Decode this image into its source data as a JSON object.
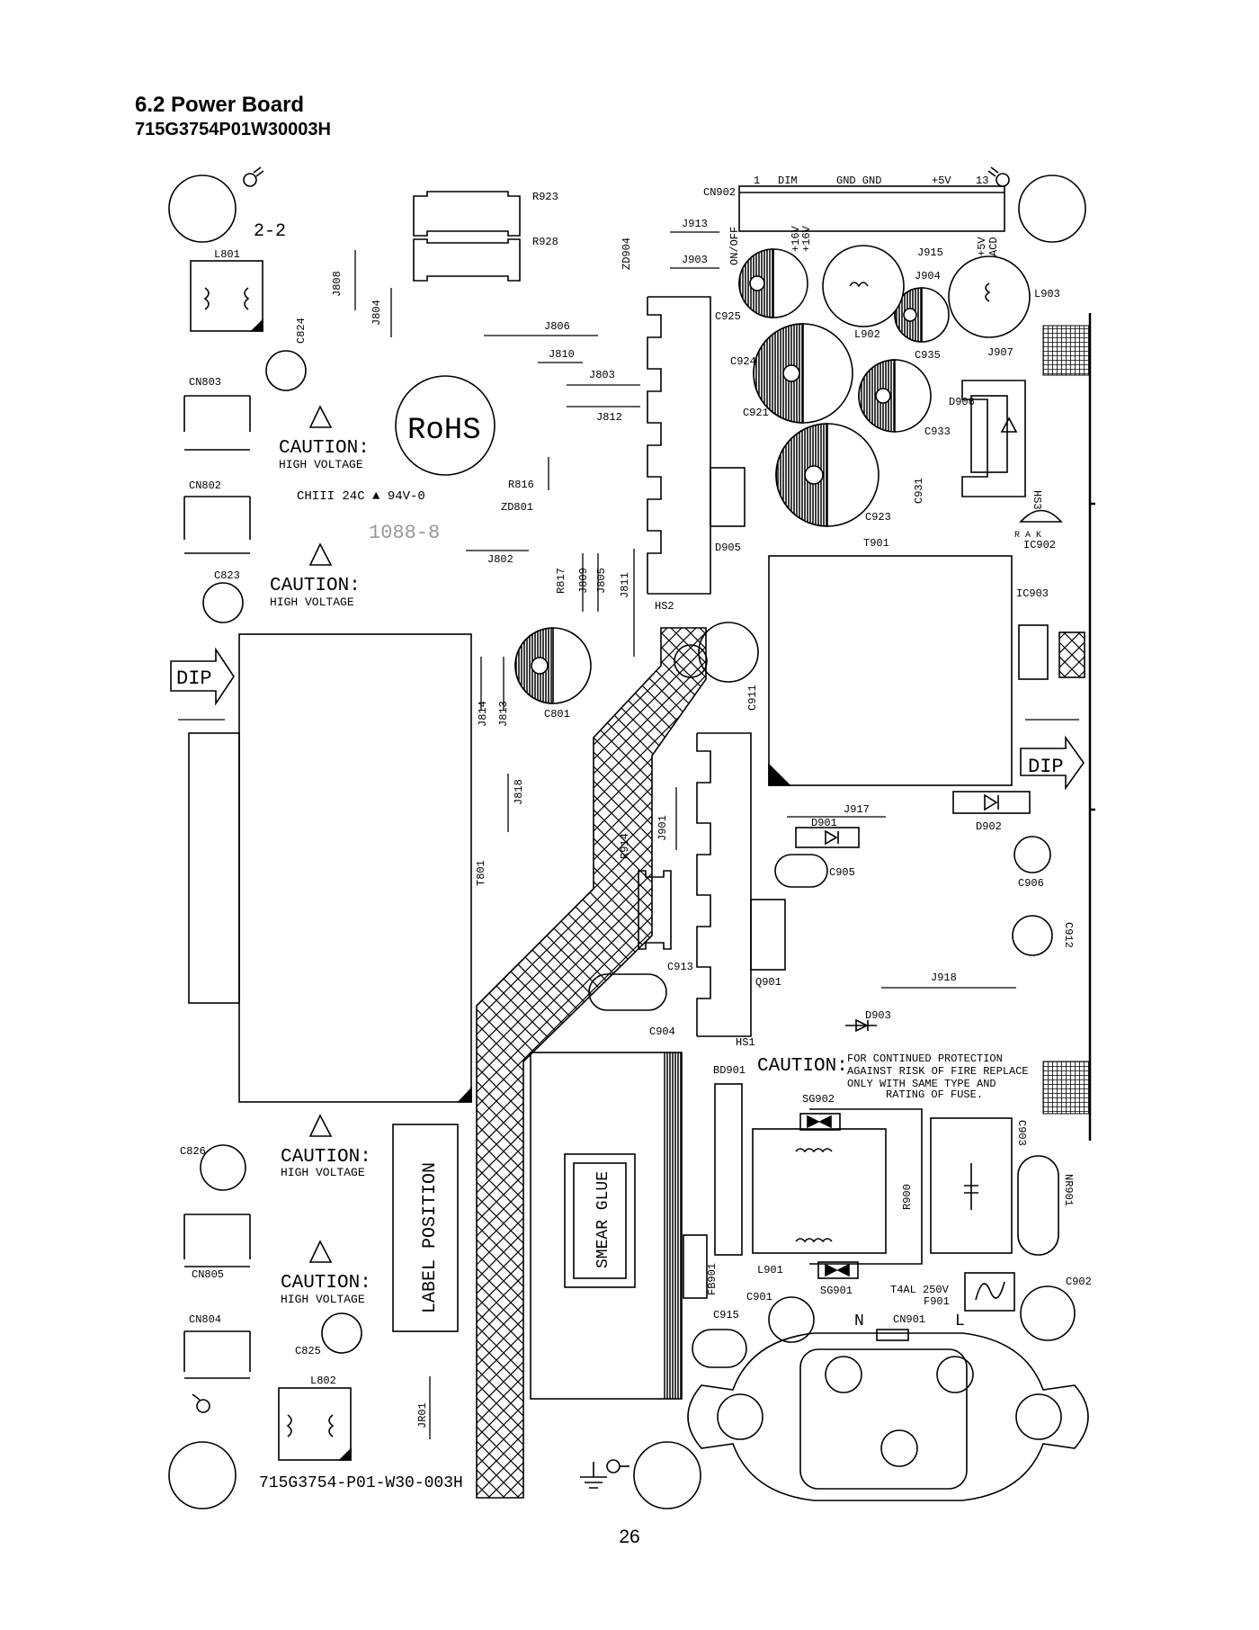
{
  "page": {
    "section_title": "6.2 Power Board",
    "part_number": "715G3754P01W30003H",
    "page_number": "26"
  },
  "board": {
    "silkscreen_part": "715G3754-P01-W30-003H",
    "rev": "2-2",
    "rohs": "RoHS",
    "ul_mark": "CHIII 24C ▲ 94V-0",
    "date_code": "1088-8",
    "caution_title": "CAUTION:",
    "caution_sub": "HIGH VOLTAGE",
    "fuse_caution_lines": [
      "FOR CONTINUED PROTECTION",
      "AGAINST RISK OF FIRE REPLACE",
      "ONLY WITH SAME TYPE AND",
      "RATING OF FUSE."
    ],
    "fuse_rating": "T4AL 250V",
    "label_position": "LABEL POSITION",
    "smear_glue": "SMEAR GLUE",
    "dip": "DIP",
    "cn902_pins": [
      "1",
      "DIM",
      "GND GND",
      "+5V",
      "13"
    ],
    "ref": {
      "r923": "R923",
      "r928": "R928",
      "cn902": "CN902",
      "zd904": "ZD904",
      "j913": "J913",
      "j903": "J903",
      "on_off": "ON/OFF",
      "p16v": "+16V",
      "p16v2": "+16V",
      "p5v": "+5V",
      "acd": "ACD",
      "j915": "J915",
      "j904": "J904",
      "l903": "L903",
      "c925": "C925",
      "l902": "L902",
      "c935": "C935",
      "j907": "J907",
      "c924": "C924",
      "d906": "D906",
      "c921": "C921",
      "c933": "C933",
      "hs3": "HS3",
      "c923": "C923",
      "c931": "C931",
      "ic902": "IC902",
      "rak": "R  A  K",
      "t901": "T901",
      "d905": "D905",
      "hs2": "HS2",
      "ic903": "IC903",
      "c911": "C911",
      "c801": "C801",
      "l801": "L801",
      "j808": "J808",
      "j804": "J804",
      "c824": "C824",
      "cn803": "CN803",
      "j806": "J806",
      "j810": "J810",
      "j803": "J803",
      "j812": "J812",
      "cn802": "CN802",
      "r816": "R816",
      "zd801": "ZD801",
      "j802": "J802",
      "r817": "R817",
      "j809": "J809",
      "j805": "J805",
      "j811": "J811",
      "c823": "C823",
      "j814": "J814",
      "j813": "J813",
      "j818": "J818",
      "t801": "T801",
      "j917": "J917",
      "d902": "D902",
      "d901": "D901",
      "c905": "C905",
      "c906": "C906",
      "r914": "R914",
      "j901": "J901",
      "q901": "Q901",
      "c912": "C912",
      "j918": "J918",
      "c913": "C913",
      "c904": "C904",
      "hs1": "HS1",
      "d903": "D903",
      "bd901": "BD901",
      "sg902": "SG902",
      "c903": "C903",
      "r900": "R900",
      "nr901": "NR901",
      "c826": "C826",
      "cn805": "CN805",
      "fb901": "FB901",
      "l901": "L901",
      "sg901": "SG901",
      "f901": "F901",
      "c902": "C902",
      "c901": "C901",
      "n": "N",
      "l": "L",
      "cn901": "CN901",
      "cn804": "CN804",
      "c825": "C825",
      "c915": "C915",
      "l802": "L802",
      "jr01": "JR01"
    }
  }
}
